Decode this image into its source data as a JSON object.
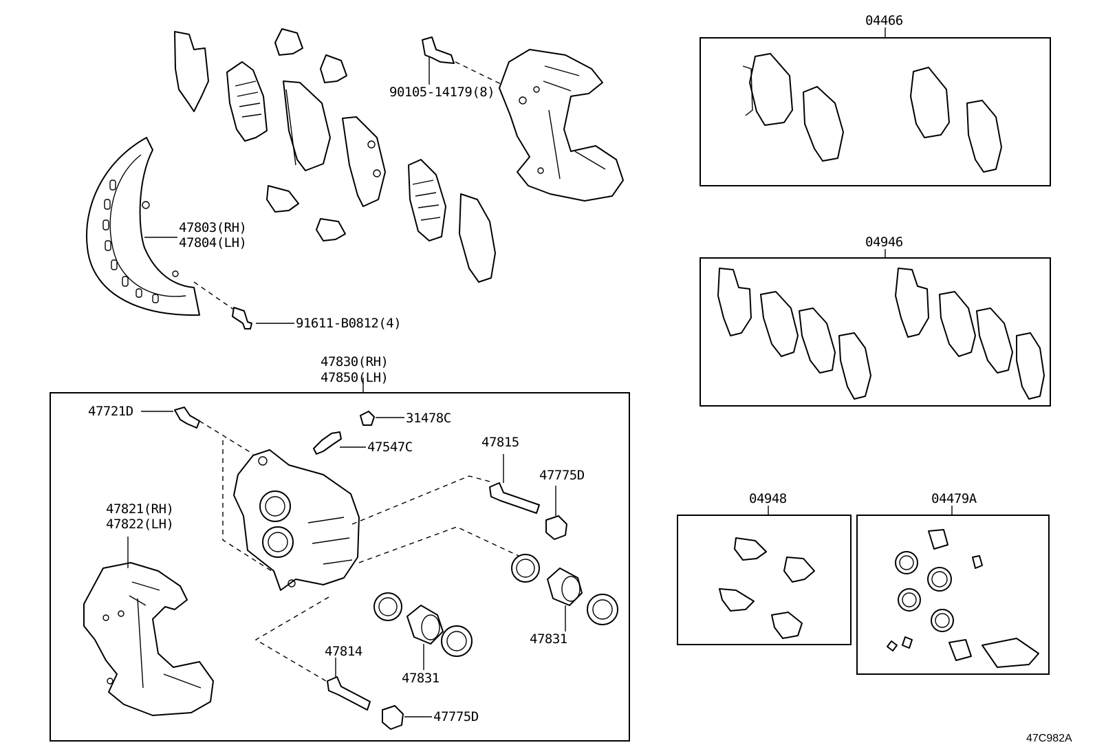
{
  "labels": {
    "kit_pads": "04466",
    "kit_shims": "04946",
    "kit_fitting": "04948",
    "kit_cylinder": "04479A",
    "bolt": "90105-14179(8)",
    "dust_cover_rh": "47803(RH)",
    "dust_cover_lh": "47804(LH)",
    "dust_cover_bolt": "91611-B0812(4)",
    "cylinder_assy_rh": "47830(RH)",
    "cylinder_assy_lh": "47850(LH)",
    "bleeder_plug": "47721D",
    "bleeder_cap": "31478C",
    "union_bolt": "47547C",
    "slide_pin_upper": "47815",
    "boot_upper": "47775D",
    "mounting_rh": "47821(RH)",
    "mounting_lh": "47822(LH)",
    "piston_right": "47831",
    "slide_pin_lower": "47814",
    "piston_lower": "47831",
    "boot_lower": "47775D"
  },
  "diagram_code": "47C982A"
}
